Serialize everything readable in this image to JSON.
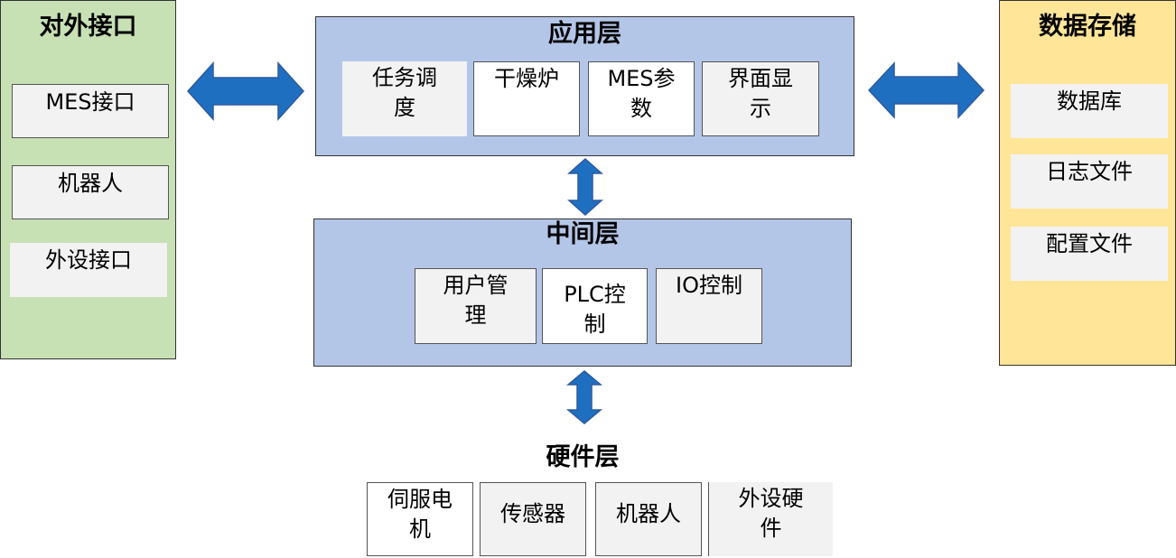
{
  "left_panel": {
    "title": "对外接口",
    "items": [
      "MES接口",
      "机器人",
      "外设接口"
    ]
  },
  "right_panel": {
    "title": "数据存储",
    "items": [
      "数据库",
      "日志文件",
      "配置文件"
    ]
  },
  "application_layer": {
    "title": "应用层",
    "items": [
      {
        "line1": "任务调",
        "line2": "度"
      },
      {
        "line1": "干燥炉",
        "line2": ""
      },
      {
        "line1": "MES参",
        "line2": "数"
      },
      {
        "line1": "界面显",
        "line2": "示"
      }
    ]
  },
  "middle_layer": {
    "title": "中间层",
    "items": [
      {
        "line1": "用户管",
        "line2": "理"
      },
      {
        "line1": "PLC控",
        "line2": "制"
      },
      {
        "line1": "IO控制",
        "line2": ""
      }
    ]
  },
  "hardware_layer": {
    "title": "硬件层",
    "items": [
      {
        "line1": "伺服电",
        "line2": "机"
      },
      {
        "line1": "传感器",
        "line2": ""
      },
      {
        "line1": "机器人",
        "line2": ""
      },
      {
        "line1": "外设硬",
        "line2": "件"
      }
    ]
  },
  "colors": {
    "green_panel": "#c7e0b4",
    "yellow_panel": "#ffe597",
    "blue_panel": "#b4c6e7",
    "arrow": "#1f6fc0"
  }
}
